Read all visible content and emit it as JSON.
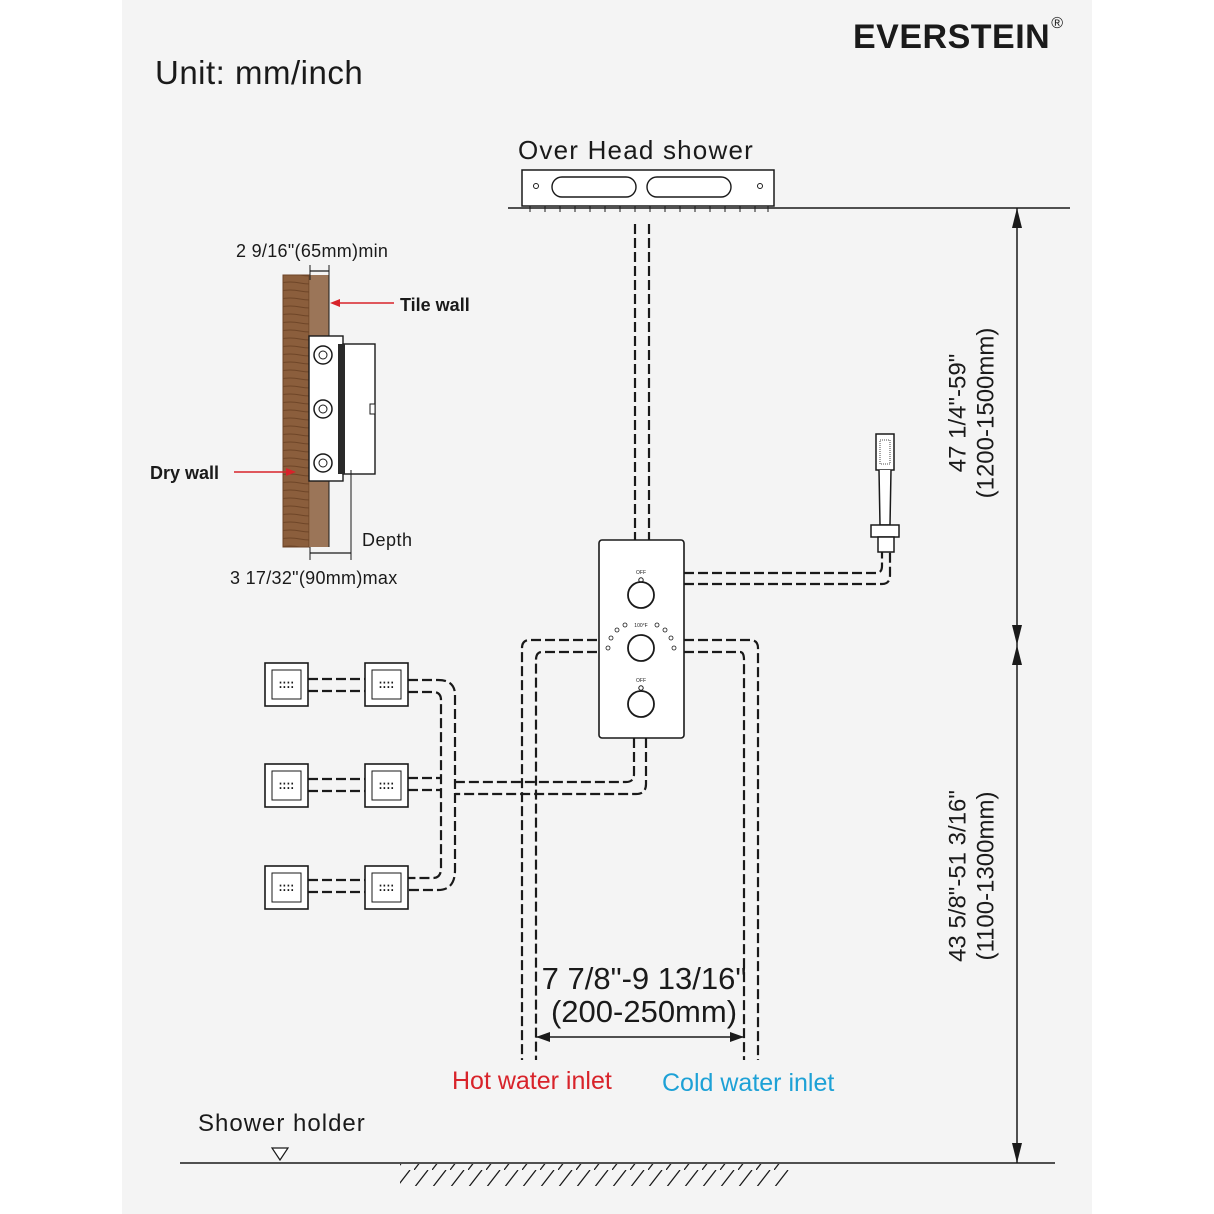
{
  "header": {
    "unit_label": "Unit: mm/inch",
    "brand": "EVERSTEIN",
    "brand_mark": "®"
  },
  "labels": {
    "overhead_shower": "Over Head shower",
    "tile_wall": "Tile wall",
    "dry_wall": "Dry wall",
    "depth": "Depth",
    "hot_water_inlet": "Hot water inlet",
    "cold_water_inlet": "Cold water inlet",
    "shower_holder": "Shower holder"
  },
  "dimensions": {
    "wall_min": "2 9/16\"(65mm)min",
    "wall_max": "3 17/32\"(90mm)max",
    "inlet_spacing_in": "7 7/8\"-9 13/16\"",
    "inlet_spacing_mm": "(200-250mm)",
    "upper_height_in": "47 1/4\"-59\"",
    "upper_height_mm": "(1200-1500mm)",
    "lower_height_in": "43 5/8\"-51  3/16\"",
    "lower_height_mm": "(1100-1300mm)"
  },
  "valve": {
    "top_knob_label": "OFF",
    "middle_knob_label": "100°F",
    "bottom_knob_label": "OFF"
  },
  "colors": {
    "hot": "#d8232a",
    "cold": "#1da1d6",
    "wood": "#8b5e3c",
    "line": "#1a1a1a"
  }
}
